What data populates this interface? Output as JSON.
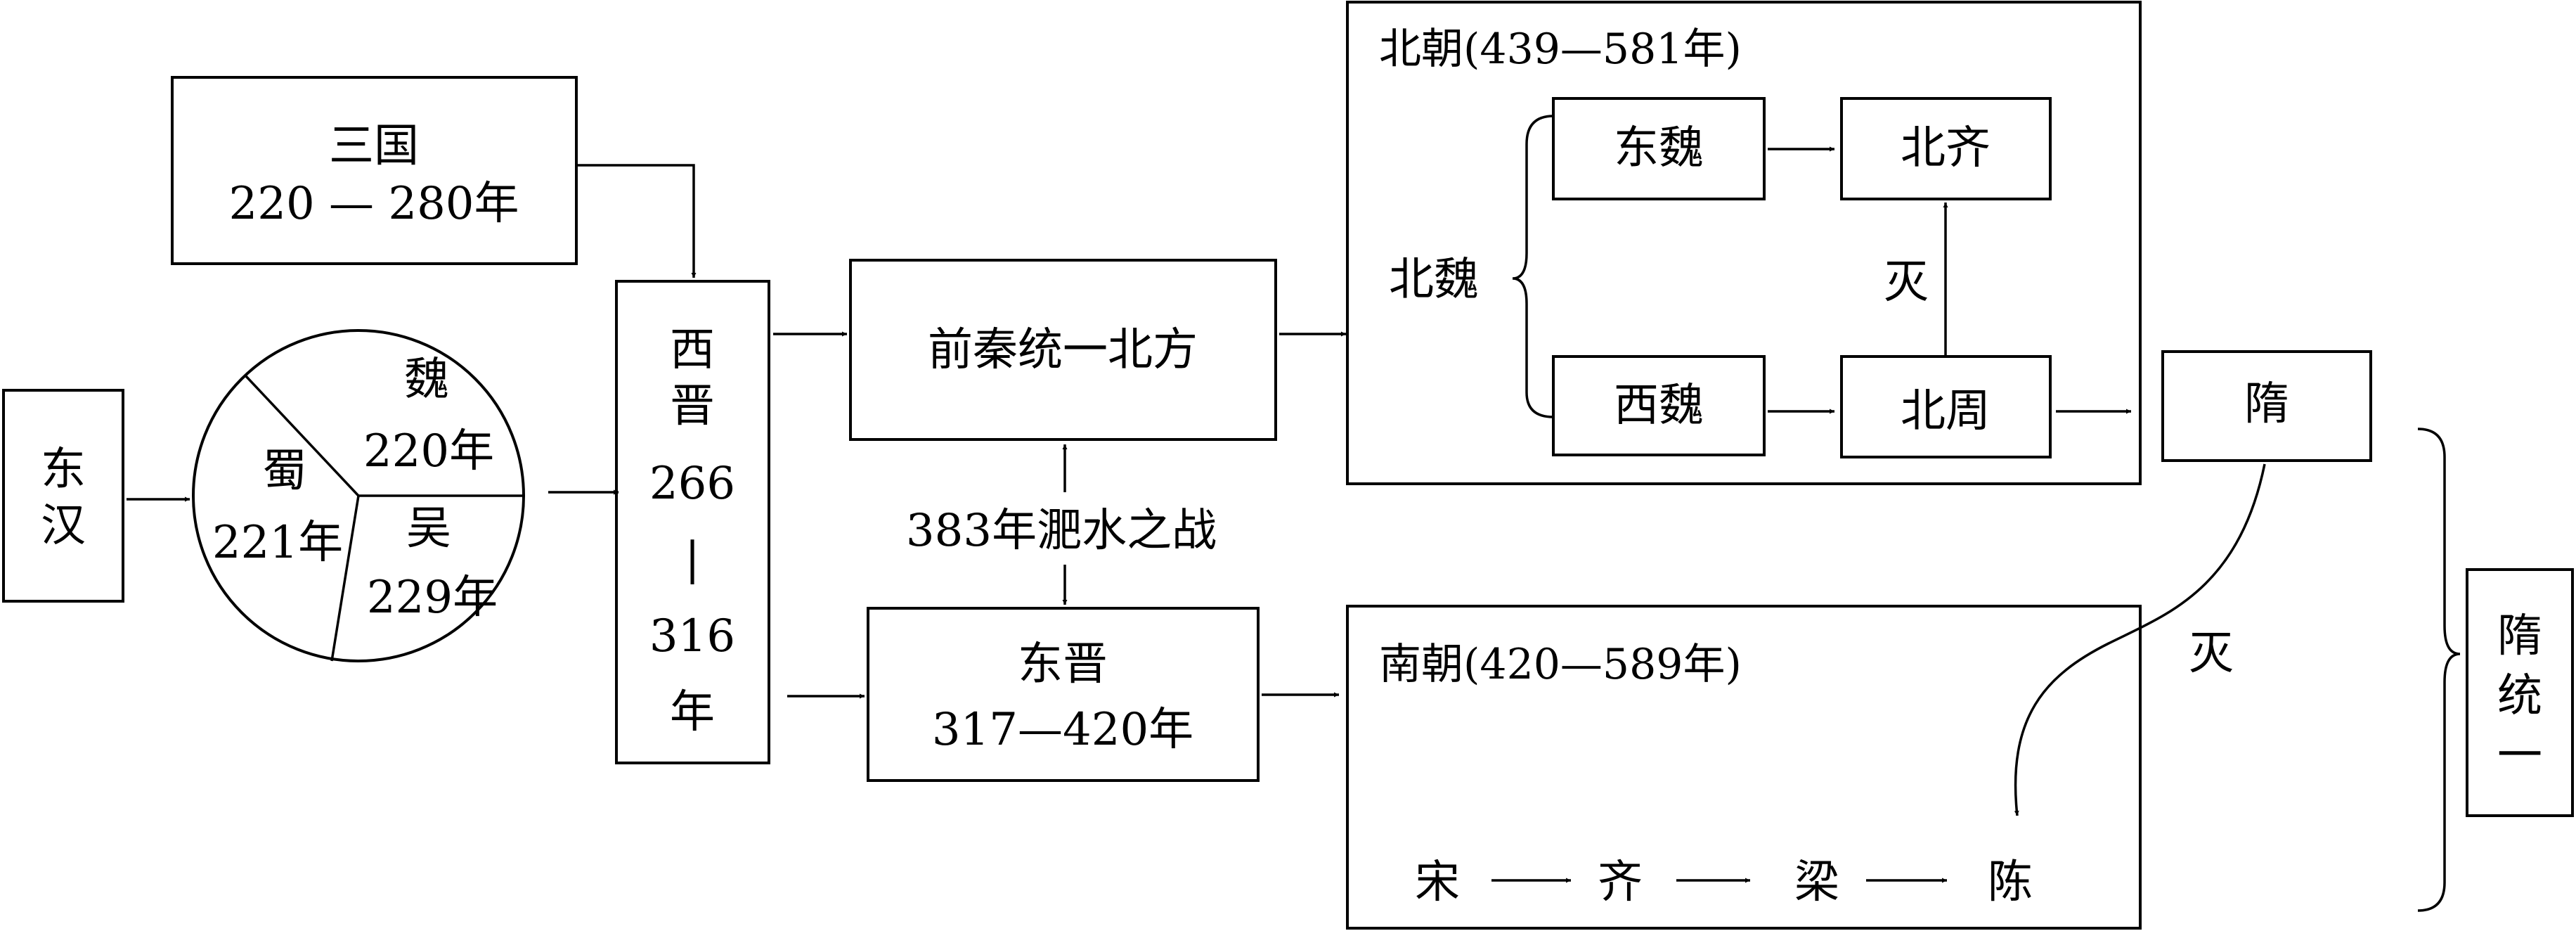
{
  "colors": {
    "line": "#000000",
    "background": "#ffffff",
    "text": "#000000"
  },
  "nodes": {
    "donghan": [
      "东",
      "汉"
    ],
    "sanguo": {
      "name": "三国",
      "years": "220 — 280年"
    },
    "wei": {
      "name": "魏",
      "year": "220年"
    },
    "shu": {
      "name": "蜀",
      "year": "221年"
    },
    "wu": {
      "name": "吴",
      "year": "229年"
    },
    "xijin": [
      "西",
      "晋",
      "266",
      "|",
      "316",
      "年"
    ],
    "qianqin": "前秦统一北方",
    "feishui": "383年淝水之战",
    "dongjin": {
      "name": "东晋",
      "years": "317—420年"
    },
    "beichao": {
      "title": "北朝(439—581年)",
      "beiwei": "北魏",
      "dongwei": "东魏",
      "beiqi": "北齐",
      "xiwei": "西魏",
      "beizhou": "北周",
      "mie": "灭"
    },
    "sui": "隋",
    "mie_south": "灭",
    "nanchao": {
      "title": "南朝(420—589年)",
      "song": "宋",
      "qi": "齐",
      "liang": "梁",
      "chen": "陈"
    },
    "sui_unify": [
      "隋",
      "统",
      "一"
    ]
  }
}
